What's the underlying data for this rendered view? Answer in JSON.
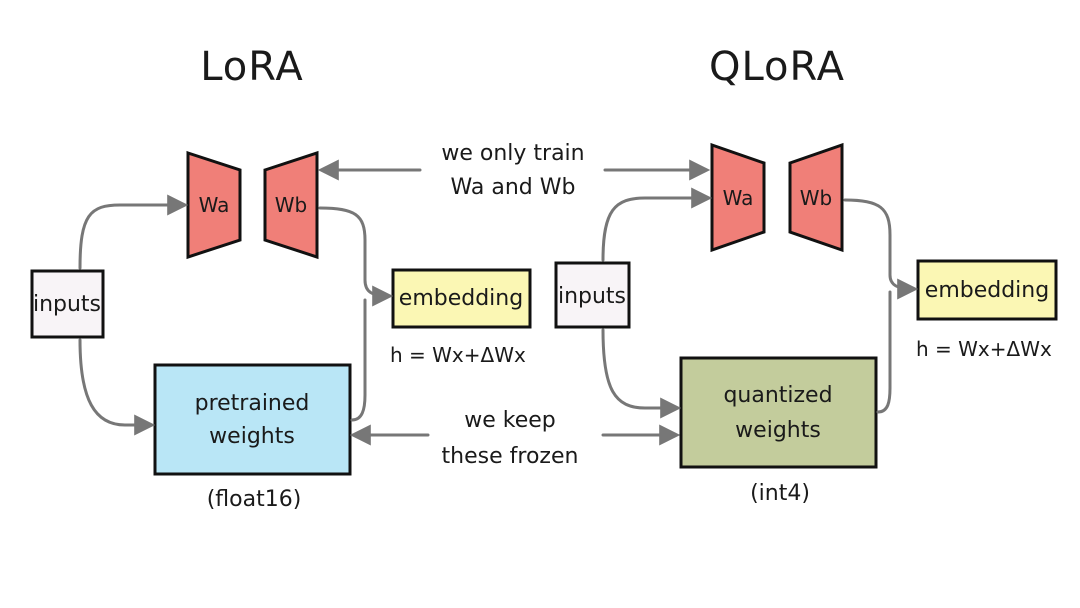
{
  "lora": {
    "title": "LoRA",
    "wa_label": "Wa",
    "wb_label": "Wb",
    "inputs_label": "inputs",
    "embedding_label": "embedding",
    "formula": "h = Wx+ΔWx",
    "weights_line1": "pretrained",
    "weights_line2": "weights",
    "precision": "(float16)"
  },
  "qlora": {
    "title": "QLoRA",
    "wa_label": "Wa",
    "wb_label": "Wb",
    "inputs_label": "inputs",
    "embedding_label": "embedding",
    "formula": "h = Wx+ΔWx",
    "weights_line1": "quantized",
    "weights_line2": "weights",
    "precision": "(int4)"
  },
  "notes": {
    "train_line1": "we only train",
    "train_line2": "Wa and Wb",
    "frozen_line1": "we keep",
    "frozen_line2": "these frozen"
  },
  "colors": {
    "adapter": "#f07f78",
    "embedding": "#fbf7b4",
    "inputs": "#f8f4f7",
    "pretrained": "#b9e6f6",
    "quantized": "#c3cc9c",
    "arrow": "#777777"
  }
}
